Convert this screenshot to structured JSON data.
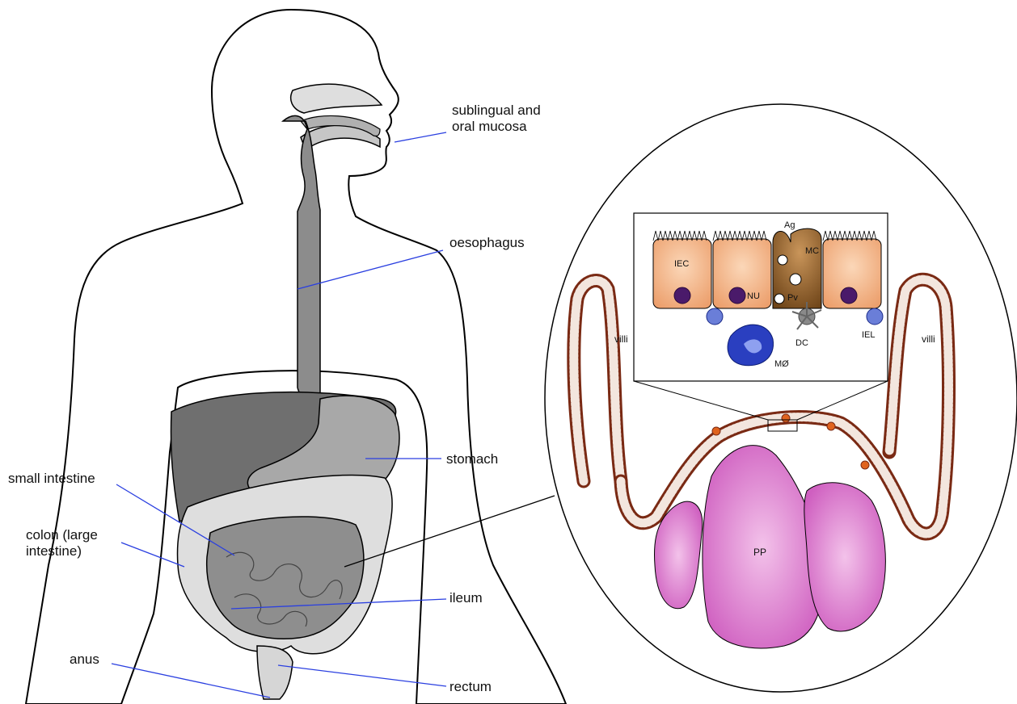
{
  "labels": {
    "sublingual_line1": "sublingual and",
    "sublingual_line2": "oral mucosa",
    "oesophagus": "oesophagus",
    "stomach": "stomach",
    "small_intestine": "small intestine",
    "colon_line1": "colon (large",
    "colon_line2": "intestine)",
    "ileum": "ileum",
    "anus": "anus",
    "rectum": "rectum"
  },
  "inset": {
    "villi_left": "villi",
    "villi_right": "villi",
    "pp": "PP",
    "iec": "IEC",
    "nu": "NU",
    "ag": "Ag",
    "mc": "MC",
    "pv": "Pv",
    "dc": "DC",
    "iel": "IEL",
    "macrophage": "MØ"
  },
  "colors": {
    "leader_line": "#2a3fe0",
    "organ_dark": "#6f6f6f",
    "organ_mid": "#9a9a9a",
    "organ_light": "#dedede",
    "villi": "#7a2a14",
    "pp_fill": "#e07ad0",
    "epithelial": "#f5b98a",
    "m_cell": "#8a5a28"
  }
}
